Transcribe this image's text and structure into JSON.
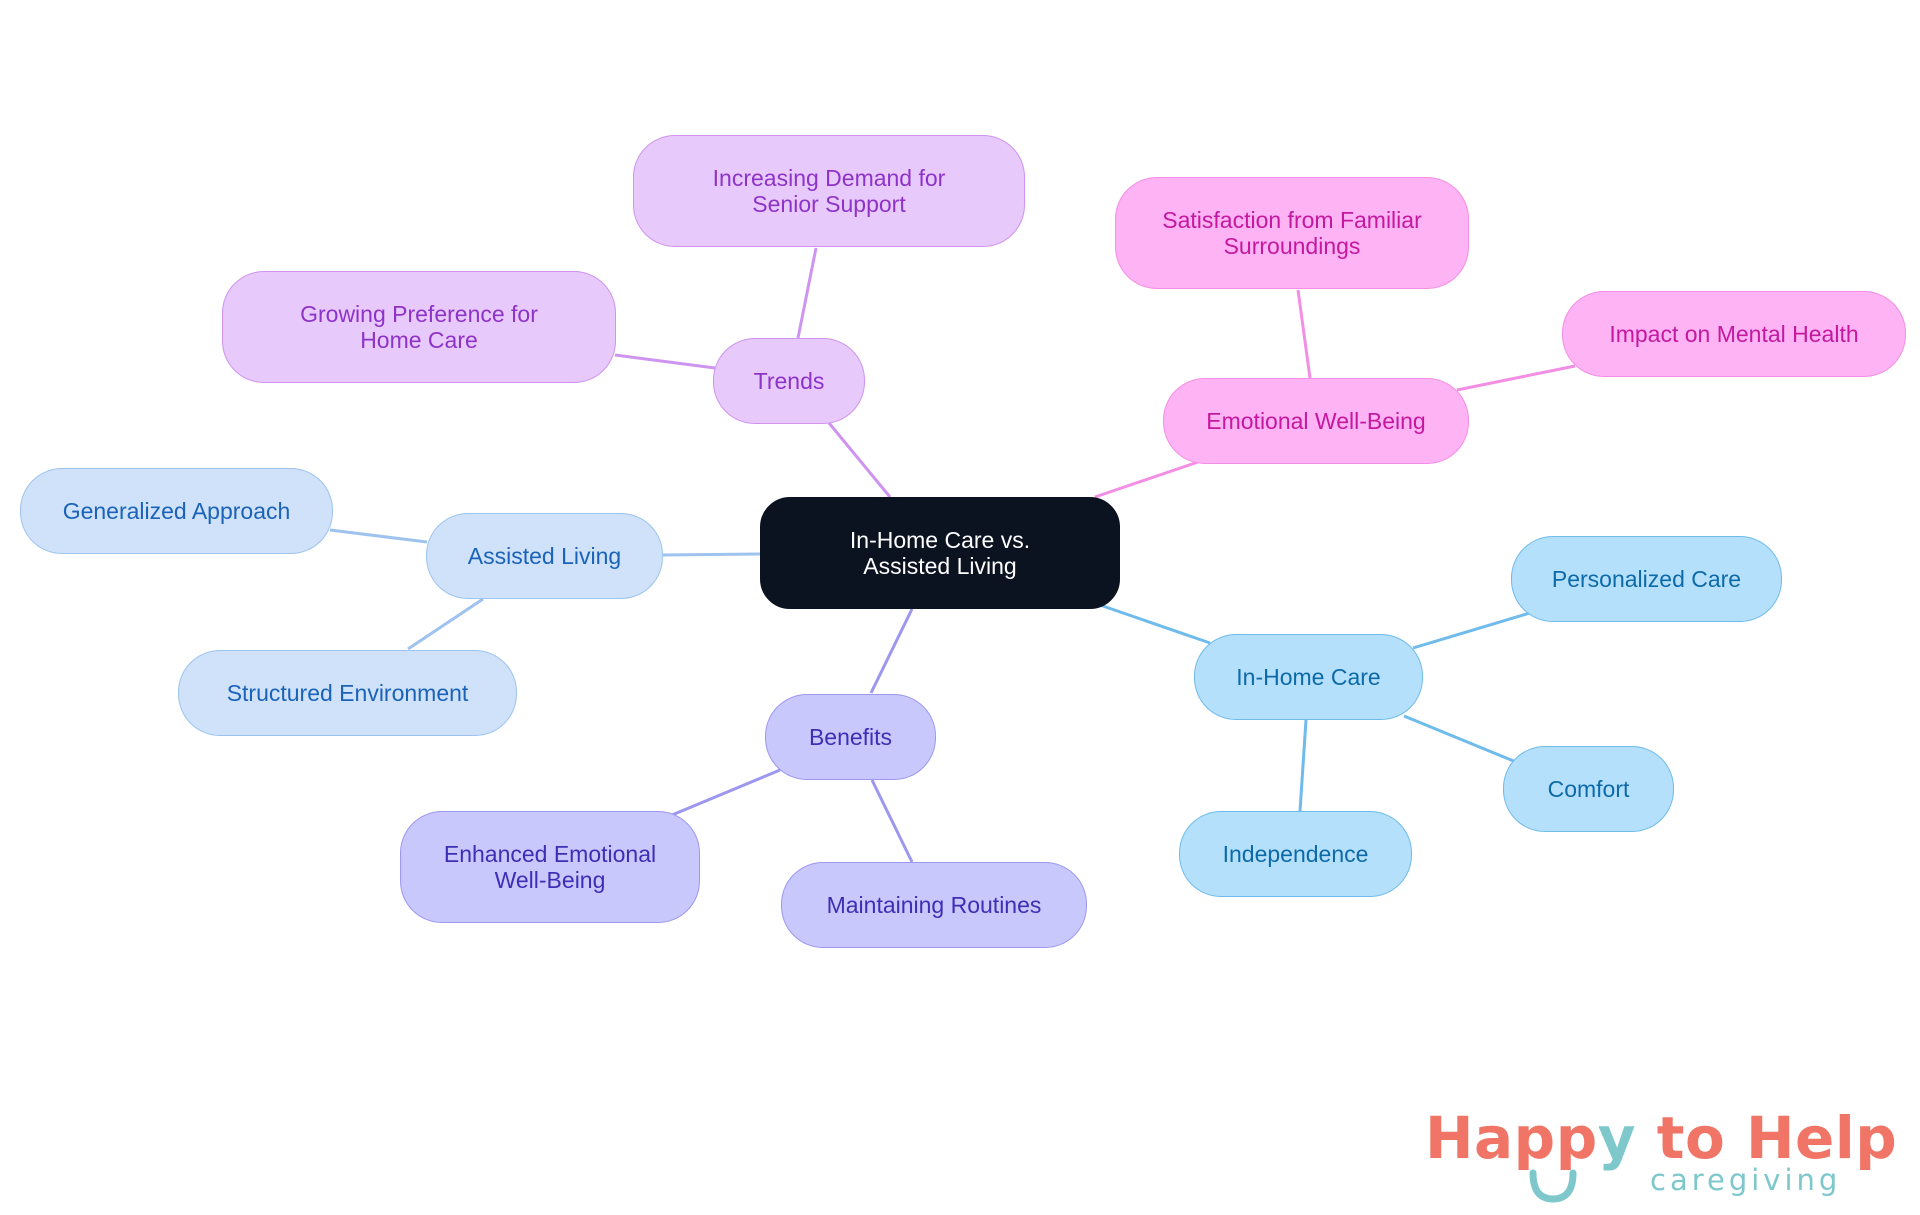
{
  "diagram": {
    "root": "In-Home Care vs. Assisted Living",
    "branches": [
      {
        "label": "Trends",
        "children": [
          "Increasing Demand for Senior Support",
          "Growing Preference for Home Care"
        ]
      },
      {
        "label": "Emotional Well-Being",
        "children": [
          "Satisfaction from Familiar Surroundings",
          "Impact on Mental Health"
        ]
      },
      {
        "label": "Assisted Living",
        "children": [
          "Generalized Approach",
          "Structured Environment"
        ]
      },
      {
        "label": "In-Home Care",
        "children": [
          "Personalized Care",
          "Comfort",
          "Independence"
        ]
      },
      {
        "label": "Benefits",
        "children": [
          "Enhanced Emotional Well-Being",
          "Maintaining Routines"
        ]
      }
    ],
    "colors": {
      "trends": "#e8c9fb",
      "emotional": "#feb3f4",
      "assisted": "#cfe2fa",
      "in_home": "#b5e0fb",
      "benefits": "#c9c8fd",
      "root": "#0b1220"
    }
  },
  "logo": {
    "main": "Happy to Help",
    "sub": "caregiving"
  }
}
